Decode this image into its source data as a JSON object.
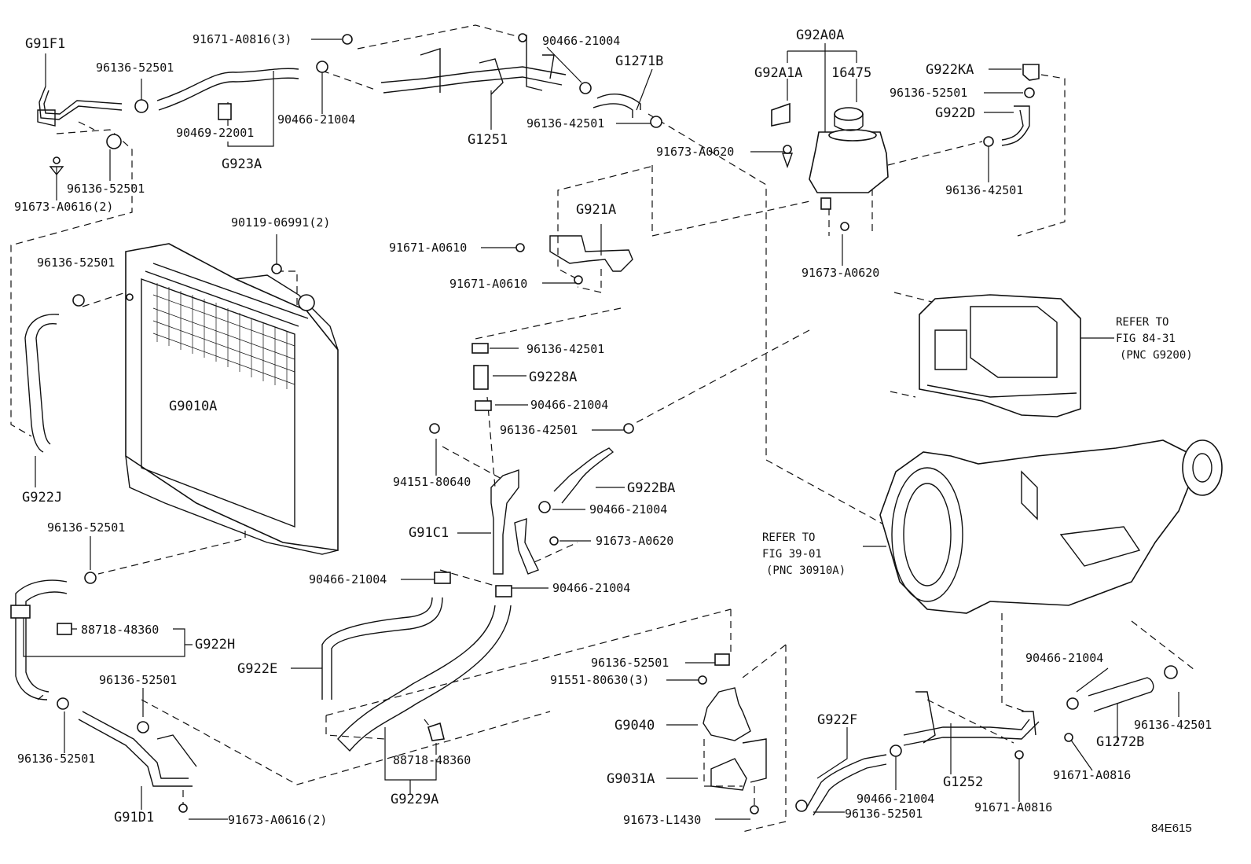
{
  "diagram_code": "84E615",
  "refs": {
    "inverter": [
      "REFER TO",
      "FIG 84-31",
      "(PNC G9200)"
    ],
    "transmission": [
      "REFER TO",
      "FIG 39-01",
      "(PNC 30910A)"
    ]
  },
  "labels": {
    "G91F1": "G91F1",
    "p96136_52501_a": "96136-52501",
    "p91671_A0816_3": "91671-A0816(3)",
    "p90466_21004_a": "90466-21004",
    "G1271B": "G1271B",
    "G92A0A": "G92A0A",
    "G92A1A": "G92A1A",
    "p16475": "16475",
    "G922KA": "G922KA",
    "p96136_52501_b": "96136-52501",
    "G922D": "G922D",
    "p90469_22001": "90469-22001",
    "p90466_21004_b": "90466-21004",
    "p96136_42501_a": "96136-42501",
    "G1251": "G1251",
    "G923A": "G923A",
    "p91673_A0620_a": "91673-A0620",
    "p96136_52501_c": "96136-52501",
    "p91673_A0616_2_a": "91673-A0616(2)",
    "p96136_42501_b": "96136-42501",
    "p90119_06991_2": "90119-06991(2)",
    "G921A": "G921A",
    "p91671_A0610_a": "91671-A0610",
    "p91673_A0620_b": "91673-A0620",
    "p96136_52501_d": "96136-52501",
    "p91671_A0610_b": "91671-A0610",
    "p96136_42501_c": "96136-42501",
    "G9228A": "G9228A",
    "G9010A": "G9010A",
    "p90466_21004_c": "90466-21004",
    "p96136_42501_d": "96136-42501",
    "p94151_80640": "94151-80640",
    "G922BA": "G922BA",
    "G922J": "G922J",
    "p90466_21004_d": "90466-21004",
    "p96136_52501_e": "96136-52501",
    "G91C1": "G91C1",
    "p91673_A0620_c": "91673-A0620",
    "p90466_21004_e": "90466-21004",
    "p90466_21004_f": "90466-21004",
    "p88718_48360_a": "88718-48360",
    "G922H": "G922H",
    "G922E": "G922E",
    "p96136_52501_f": "96136-52501",
    "p91551_80630_3": "91551-80630(3)",
    "p90466_21004_g": "90466-21004",
    "p96136_52501_g": "96136-52501",
    "G9040": "G9040",
    "G922F": "G922F",
    "p96136_52501_h": "96136-52501",
    "p88718_48360_b": "88718-48360",
    "G9031A": "G9031A",
    "G1272B": "G1272B",
    "p96136_42501_e": "96136-42501",
    "G1252": "G1252",
    "p90466_21004_h": "90466-21004",
    "p91671_A0816_a": "91671-A0816",
    "G9229A": "G9229A",
    "G91D1": "G91D1",
    "p91673_A0616_2_b": "91673-A0616(2)",
    "p91673_L1430": "91673-L1430",
    "p96136_52501_i": "96136-52501",
    "p91671_A0816_b": "91671-A0816"
  }
}
